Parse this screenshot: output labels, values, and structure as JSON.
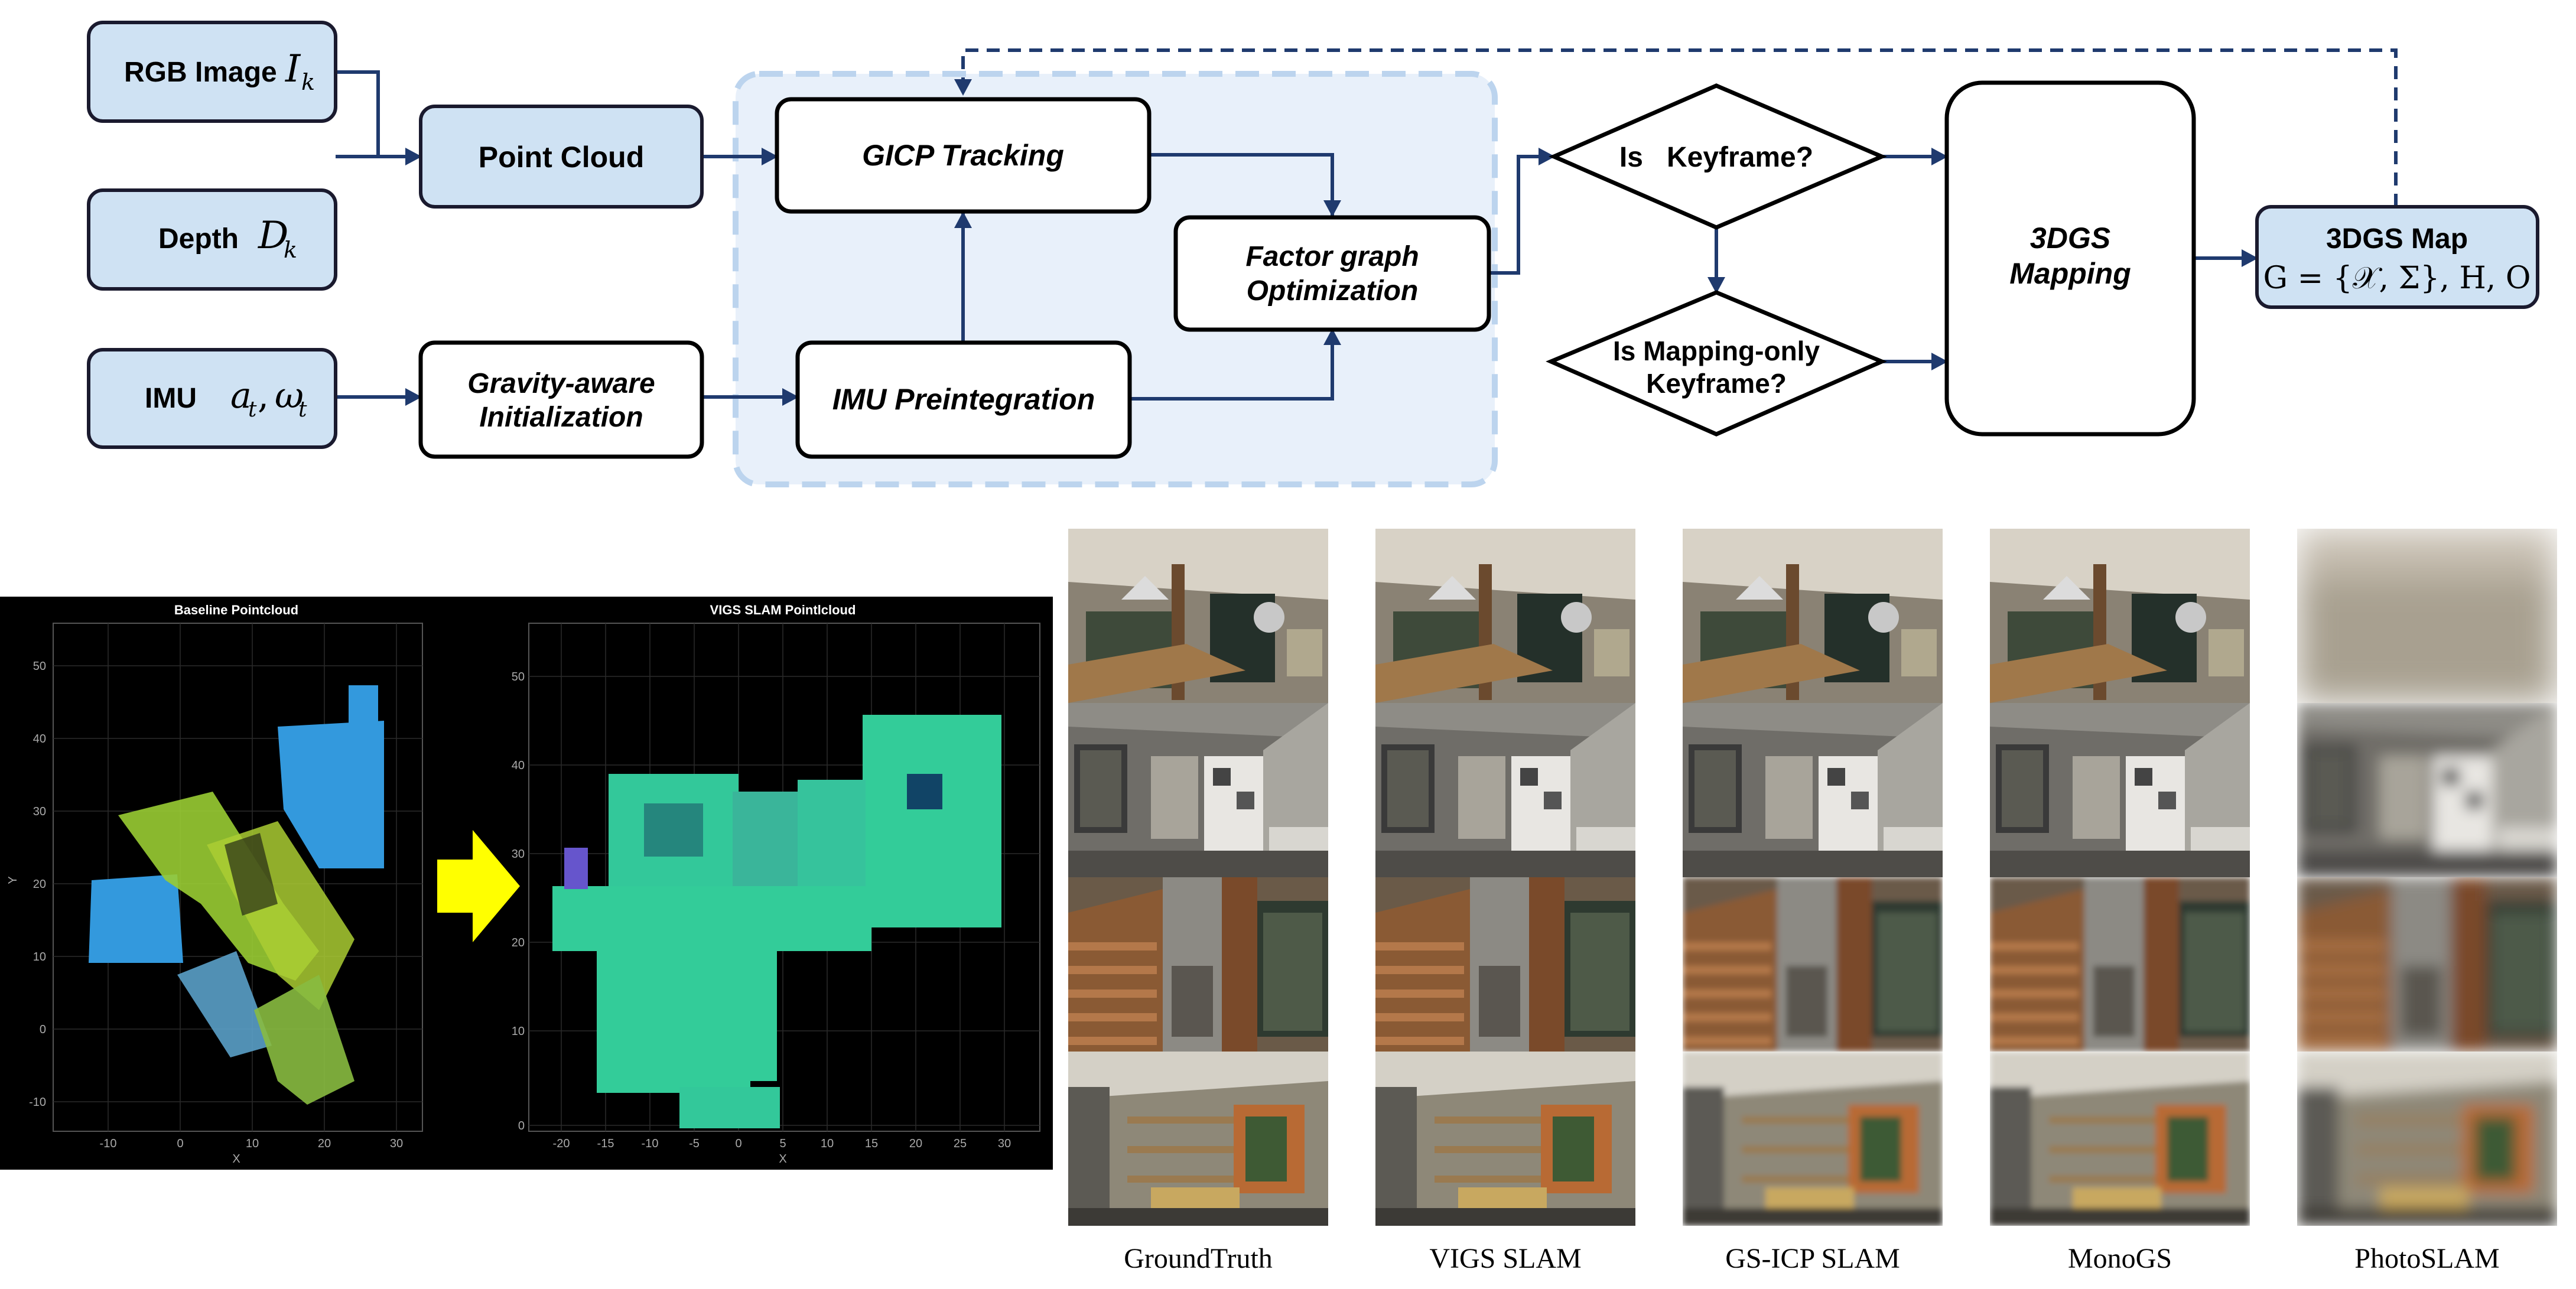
{
  "pipeline": {
    "inputs": {
      "rgb": {
        "label": "RGB Image",
        "symbol": "I",
        "sub": "k"
      },
      "depth": {
        "label": "Depth",
        "symbol": "D",
        "sub": "k"
      },
      "imu": {
        "label": "IMU",
        "symbol_a": "a",
        "sub_a": "t",
        "symbol_w": "ω",
        "sub_w": "t",
        "sep": ","
      }
    },
    "point_cloud": "Point Cloud",
    "gravity_init": {
      "line1": "Gravity-aware",
      "line2": "Initialization"
    },
    "gicp": "GICP Tracking",
    "imu_preint": "IMU Preintegration",
    "factor_graph": {
      "line1": "Factor graph",
      "line2": "Optimization"
    },
    "is_keyframe": "Is   Keyframe?",
    "is_mapping_only": {
      "line1": "Is Mapping-only",
      "line2": "Keyframe?"
    },
    "mapping": {
      "line1": "3DGS",
      "line2": "Mapping"
    },
    "map_output": {
      "title": "3DGS Map",
      "formula": "G = {𝒳, Σ}, H, O"
    },
    "colors": {
      "box_fill": "#cfe2f3",
      "stroke": "#1a1a2e",
      "arrow": "#1f3a6e",
      "group_fill": "#e8f0fa",
      "group_border": "#bcd4ee"
    }
  },
  "plots": {
    "left": {
      "title": "Baseline Pointcloud",
      "xlabel": "X",
      "ylabel": "Y",
      "xticks": [
        "-10",
        "0",
        "10",
        "20",
        "30"
      ],
      "yticks": [
        "50",
        "40",
        "30",
        "20",
        "10",
        "0",
        "-10"
      ]
    },
    "right": {
      "title": "VIGS SLAM Pointlcloud",
      "xlabel": "X",
      "xticks": [
        "-20",
        "-15",
        "-10",
        "-5",
        "0",
        "5",
        "10",
        "15",
        "20",
        "25",
        "30"
      ],
      "yticks": [
        "50",
        "40",
        "30",
        "20",
        "10",
        "0"
      ]
    },
    "arrow_color": "#ffff00"
  },
  "comparison": {
    "columns": [
      {
        "label": "GroundTruth",
        "quality": "sharp"
      },
      {
        "label": "VIGS SLAM",
        "quality": "sharp"
      },
      {
        "label": "GS-ICP SLAM",
        "quality": "partial"
      },
      {
        "label": "MonoGS",
        "quality": "partial"
      },
      {
        "label": "PhotoSLAM",
        "quality": "blurry"
      }
    ]
  }
}
